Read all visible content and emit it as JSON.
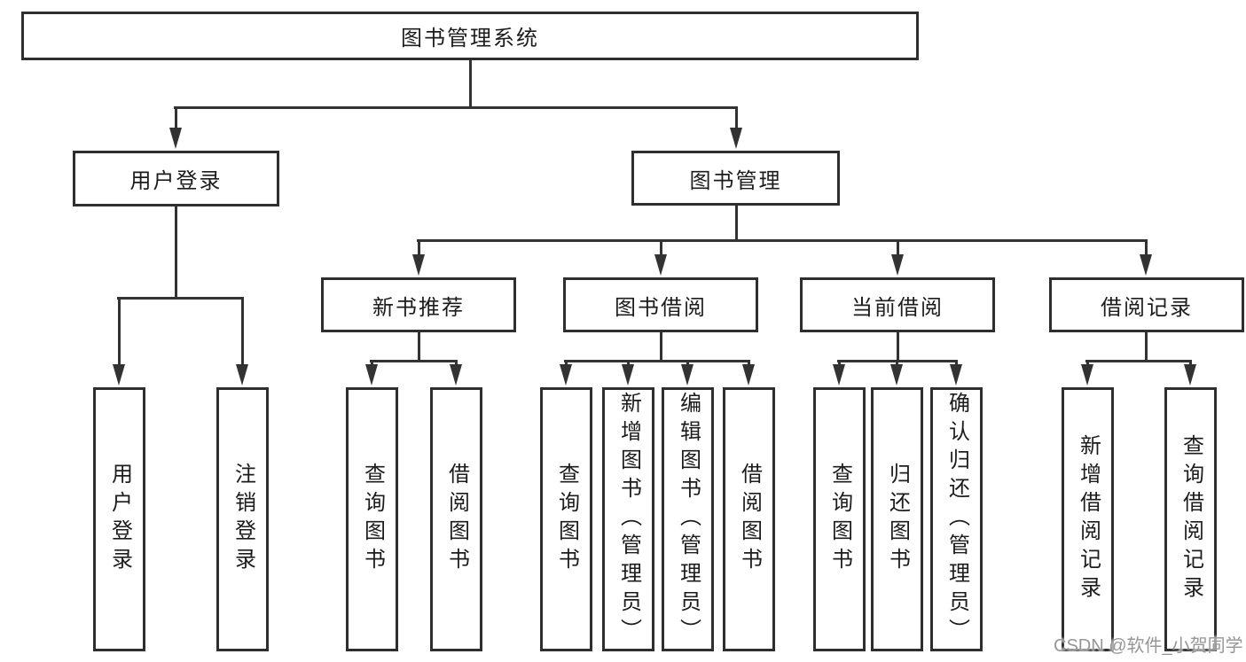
{
  "diagram": {
    "root": {
      "label": "图书管理系统"
    },
    "branches": {
      "user_login": {
        "label": "用户登录",
        "children": [
          {
            "label": "用户登录"
          },
          {
            "label": "注销登录"
          }
        ]
      },
      "book_management": {
        "label": "图书管理",
        "sections": {
          "new_book_recommend": {
            "label": "新书推荐",
            "children": [
              {
                "label": "查询图书"
              },
              {
                "label": "借阅图书"
              }
            ]
          },
          "book_borrow": {
            "label": "图书借阅",
            "children": [
              {
                "label": "查询图书"
              },
              {
                "label": "新增图书（管理员）"
              },
              {
                "label": "编辑图书（管理员）"
              },
              {
                "label": "借阅图书"
              }
            ]
          },
          "current_borrow": {
            "label": "当前借阅",
            "children": [
              {
                "label": "查询图书"
              },
              {
                "label": "归还图书"
              },
              {
                "label": "确认归还（管理员）"
              }
            ]
          },
          "borrow_records": {
            "label": "借阅记录",
            "children": [
              {
                "label": "新增借阅记录"
              },
              {
                "label": "查询借阅记录"
              }
            ]
          }
        }
      }
    },
    "watermark": "CSDN @软件_小贺同学",
    "colors": {
      "line": "#333333",
      "box_border": "#2e2e2e",
      "box_fill": "#ffffff",
      "text": "#1c1c1c",
      "watermark": "#969696"
    }
  }
}
